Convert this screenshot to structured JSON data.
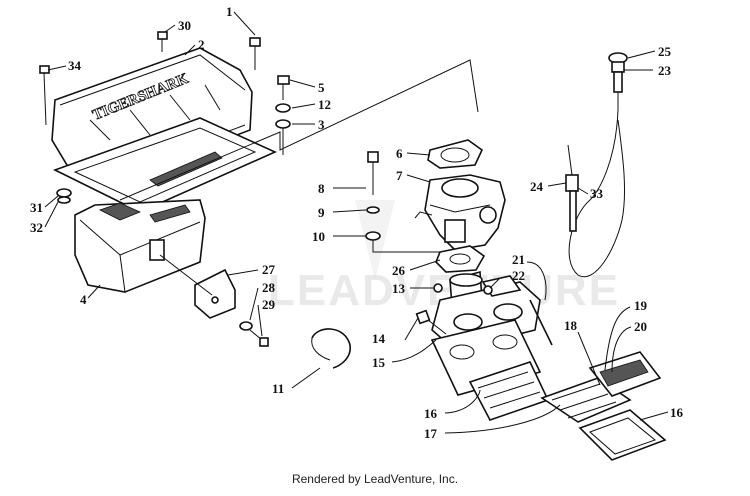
{
  "diagram": {
    "brand_text": "TIGERSHARK",
    "watermark_text": "LEADVENTURE",
    "callouts": [
      {
        "id": "c1",
        "label": "1"
      },
      {
        "id": "c30",
        "label": "30"
      },
      {
        "id": "c2",
        "label": "2"
      },
      {
        "id": "c34",
        "label": "34"
      },
      {
        "id": "c5",
        "label": "5"
      },
      {
        "id": "c12",
        "label": "12"
      },
      {
        "id": "c3",
        "label": "3"
      },
      {
        "id": "c31",
        "label": "31"
      },
      {
        "id": "c32",
        "label": "32"
      },
      {
        "id": "c4",
        "label": "4"
      },
      {
        "id": "c6",
        "label": "6"
      },
      {
        "id": "c7",
        "label": "7"
      },
      {
        "id": "c8",
        "label": "8"
      },
      {
        "id": "c9",
        "label": "9"
      },
      {
        "id": "c10",
        "label": "10"
      },
      {
        "id": "c26",
        "label": "26"
      },
      {
        "id": "c13",
        "label": "13"
      },
      {
        "id": "c22",
        "label": "22"
      },
      {
        "id": "c21",
        "label": "21"
      },
      {
        "id": "c14",
        "label": "14"
      },
      {
        "id": "c15",
        "label": "15"
      },
      {
        "id": "c16a",
        "label": "16"
      },
      {
        "id": "c17",
        "label": "17"
      },
      {
        "id": "c18",
        "label": "18"
      },
      {
        "id": "c19",
        "label": "19"
      },
      {
        "id": "c20",
        "label": "20"
      },
      {
        "id": "c16b",
        "label": "16"
      },
      {
        "id": "c24",
        "label": "24"
      },
      {
        "id": "c33",
        "label": "33"
      },
      {
        "id": "c25",
        "label": "25"
      },
      {
        "id": "c23",
        "label": "23"
      },
      {
        "id": "c27",
        "label": "27"
      },
      {
        "id": "c28",
        "label": "28"
      },
      {
        "id": "c29",
        "label": "29"
      },
      {
        "id": "c11",
        "label": "11"
      }
    ]
  },
  "footer": {
    "text": "Rendered by LeadVenture, Inc."
  }
}
